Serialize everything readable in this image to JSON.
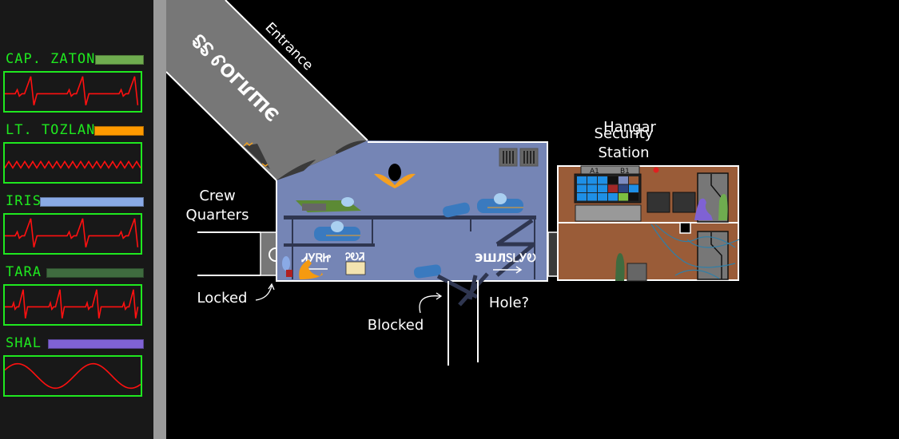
{
  "crew": [
    {
      "name": "Cap. Zaton",
      "bar_color": "#6fac4f",
      "vital_type": "ekg-normal",
      "line_color": "#ff1010"
    },
    {
      "name": "Lt. Tozlan",
      "bar_color": "#ff9a00",
      "vital_type": "ekg-fast",
      "line_color": "#ff1010"
    },
    {
      "name": "Iris",
      "bar_color": "#8aaae6",
      "vital_type": "ekg-normal",
      "line_color": "#ff1010"
    },
    {
      "name": "Tara",
      "bar_color": "#3f6b3f",
      "vital_type": "ekg-elevated",
      "line_color": "#ff1010"
    },
    {
      "name": "Shal",
      "bar_color": "#7f62d4",
      "vital_type": "sine",
      "line_color": "#ff1010"
    }
  ],
  "map": {
    "labels": {
      "entrance": "Entrance",
      "hangar": "Hangar",
      "security_station_line1": "Security",
      "security_station_line2": "Station",
      "crew_quarters_line1": "Crew",
      "crew_quarters_line2": "Quarters",
      "locked": "Locked",
      "blocked": "Blocked",
      "hole": "Hole?"
    },
    "alien_signs": {
      "entrance_ramp": "ЭШЛ⅃ΟᏭ ᏕᏕ",
      "hangar_left": "ᏗᎩᏒᏥ",
      "hangar_mid": "ᎮᎧᏘ",
      "hangar_right": "ЭШЛᏚᏞᎩᎧ"
    },
    "security_screen_labels": [
      "A1",
      "B1"
    ],
    "colors": {
      "hangar_floor": "#7585b5",
      "security_floor": "#9a5c38",
      "corridor_gray": "#777777",
      "wall_white": "#ffffff"
    }
  }
}
